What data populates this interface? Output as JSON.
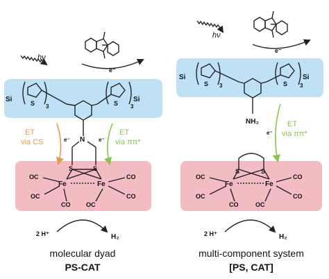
{
  "colors": {
    "photosensitizer_box": "#bfe1f6",
    "catalyst_box": "#f2bcc2",
    "et_cs_arrow": "#e49c4a",
    "et_pi_arrow": "#8bc34a",
    "text": "#111111"
  },
  "icons": [
    "light-wavy-arrow-icon",
    "curved-electron-arrow-icon",
    "curved-reaction-arrow-icon"
  ],
  "left": {
    "hv": "hν",
    "electron": "e⁻",
    "si": "Si",
    "s": "S",
    "sub3": "3",
    "n": "N",
    "et_cs_line1": "ET",
    "et_cs_line2": "via CS",
    "et_pi_line1": "ET",
    "et_pi_line2": "via ππ*",
    "fe": "Fe",
    "co": "OC",
    "co2": "CO",
    "protons": "2 H⁺",
    "h2": "H₂",
    "caption": "molecular dyad",
    "caption_bold": "PS-CAT"
  },
  "right": {
    "hv": "hν",
    "electron": "e⁻",
    "si": "Si",
    "s": "S",
    "sub3": "3",
    "nh2": "NH₂",
    "et_pi_line1": "ET",
    "et_pi_line2": "via ππ*",
    "fe": "Fe",
    "co": "OC",
    "co2": "CO",
    "protons": "2 H⁺",
    "h2": "H₂",
    "caption": "multi-component system",
    "caption_bold": "[PS, CAT]"
  }
}
